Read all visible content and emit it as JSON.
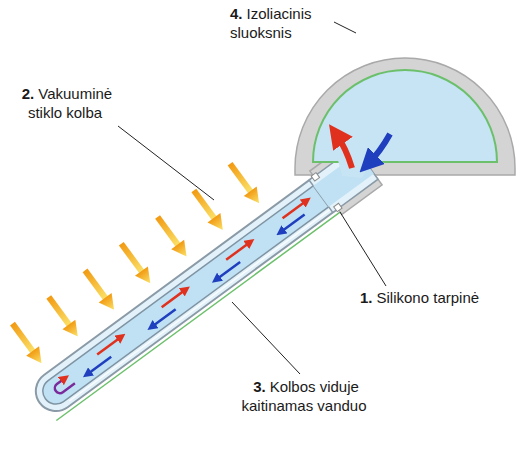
{
  "diagram": {
    "labels": [
      "4.",
      "Izoliacinis sluoksnis",
      "2.",
      "Vakuuminė stiklo kolba",
      "1.",
      "Silikono tarpinė",
      "3.",
      "Kolbos viduje kaitinamas vanduo"
    ]
  }
}
